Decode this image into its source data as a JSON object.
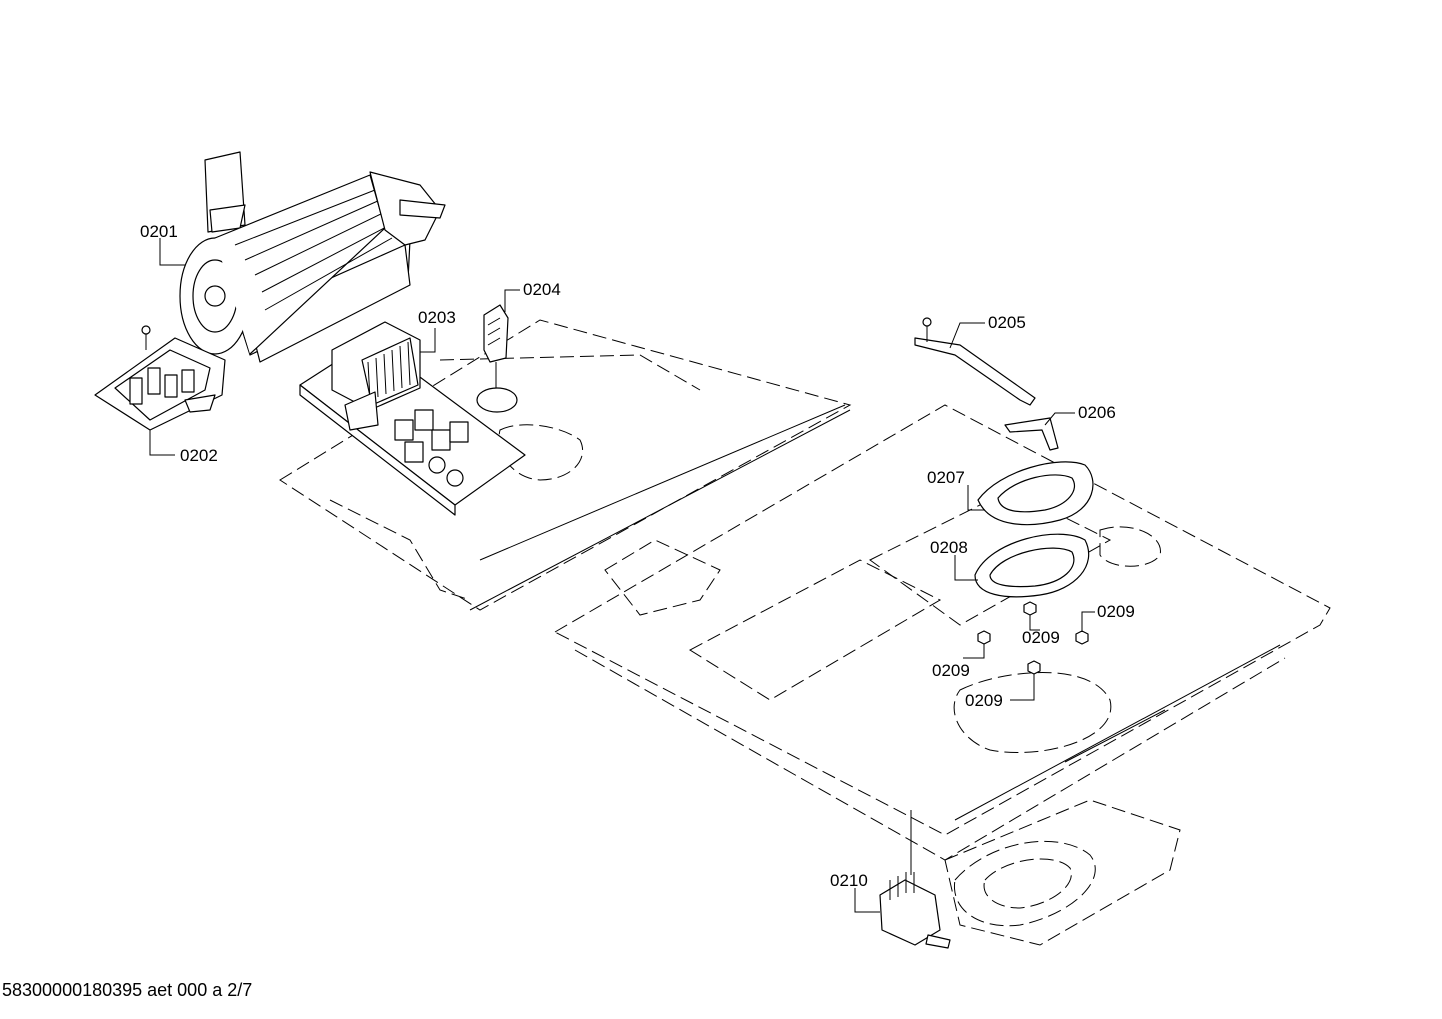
{
  "diagram": {
    "callouts": {
      "c0201": "0201",
      "c0202": "0202",
      "c0203": "0203",
      "c0204": "0204",
      "c0205": "0205",
      "c0206": "0206",
      "c0207": "0207",
      "c0208": "0208",
      "c0209a": "0209",
      "c0209b": "0209",
      "c0209c": "0209",
      "c0209d": "0209",
      "c0210": "0210"
    },
    "footer": "58300000180395 aet 000 a 2/7"
  }
}
